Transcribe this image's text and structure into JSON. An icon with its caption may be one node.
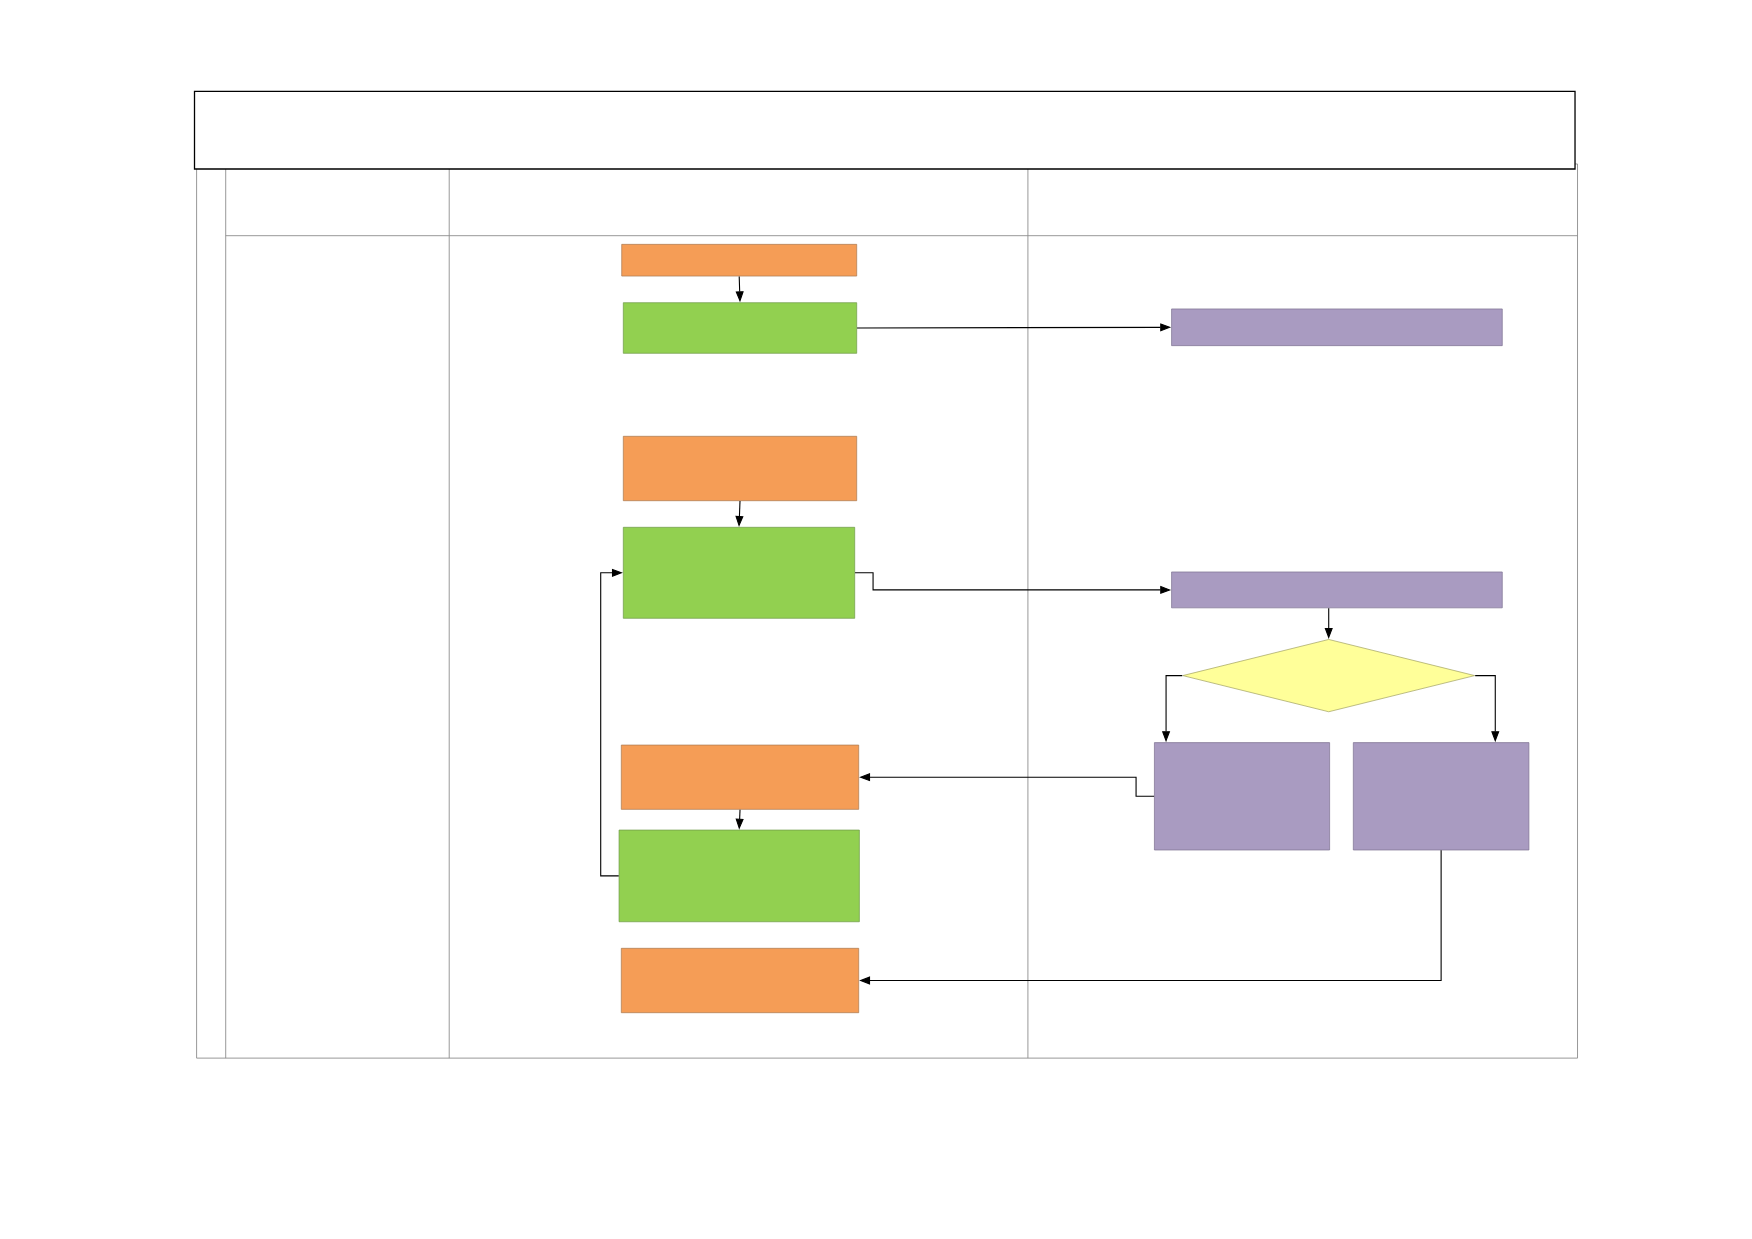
{
  "diagram": {
    "nodes": [
      {
        "text": [],
        "shape": "box"
      },
      {
        "text": [],
        "shape": "box"
      },
      {
        "text": [],
        "shape": "box"
      },
      {
        "text": [],
        "shape": "box"
      },
      {
        "text": [],
        "shape": "box"
      },
      {
        "text": [],
        "shape": "box"
      },
      {
        "text": [],
        "shape": "diamond"
      },
      {
        "text": [],
        "shape": "box"
      },
      {
        "text": [],
        "shape": "box"
      },
      {
        "text": [],
        "shape": "box"
      },
      {
        "text": [],
        "shape": "box"
      },
      {
        "text": [],
        "shape": "box"
      }
    ],
    "edges": [
      {
        "from": 0,
        "to": 1,
        "arrow": "to"
      },
      {
        "from": 1,
        "to": 2,
        "arrow": "to"
      },
      {
        "from": 3,
        "to": 4,
        "arrow": "to"
      },
      {
        "from": 4,
        "to": 5,
        "arrow": "to"
      },
      {
        "from": 5,
        "to": 6,
        "arrow": "to"
      },
      {
        "from": 6,
        "to": 8,
        "arrow": "to"
      },
      {
        "from": 6,
        "to": 9,
        "arrow": "to"
      },
      {
        "from": 8,
        "to": 7,
        "arrow": "to"
      },
      {
        "from": 7,
        "to": 10,
        "arrow": "to"
      },
      {
        "from": 10,
        "to": 4,
        "arrow": "to"
      },
      {
        "from": 9,
        "to": 11,
        "arrow": "to"
      }
    ]
  }
}
